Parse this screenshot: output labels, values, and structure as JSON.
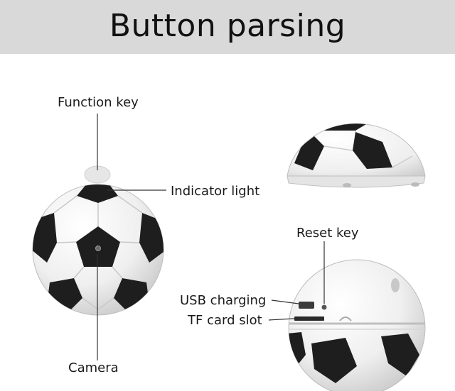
{
  "banner": {
    "title": "Button parsing"
  },
  "labels": {
    "function_key": "Function key",
    "indicator_light": "Indicator light",
    "camera": "Camera",
    "reset_key": "Reset key",
    "usb_charging": "USB charging",
    "tf_card_slot": "TF card slot"
  },
  "colors": {
    "banner_bg": "#d9d9d9",
    "ball_white": "#f4f4f4",
    "patch_black": "#1e1e1e",
    "leader_line": "#333333"
  }
}
